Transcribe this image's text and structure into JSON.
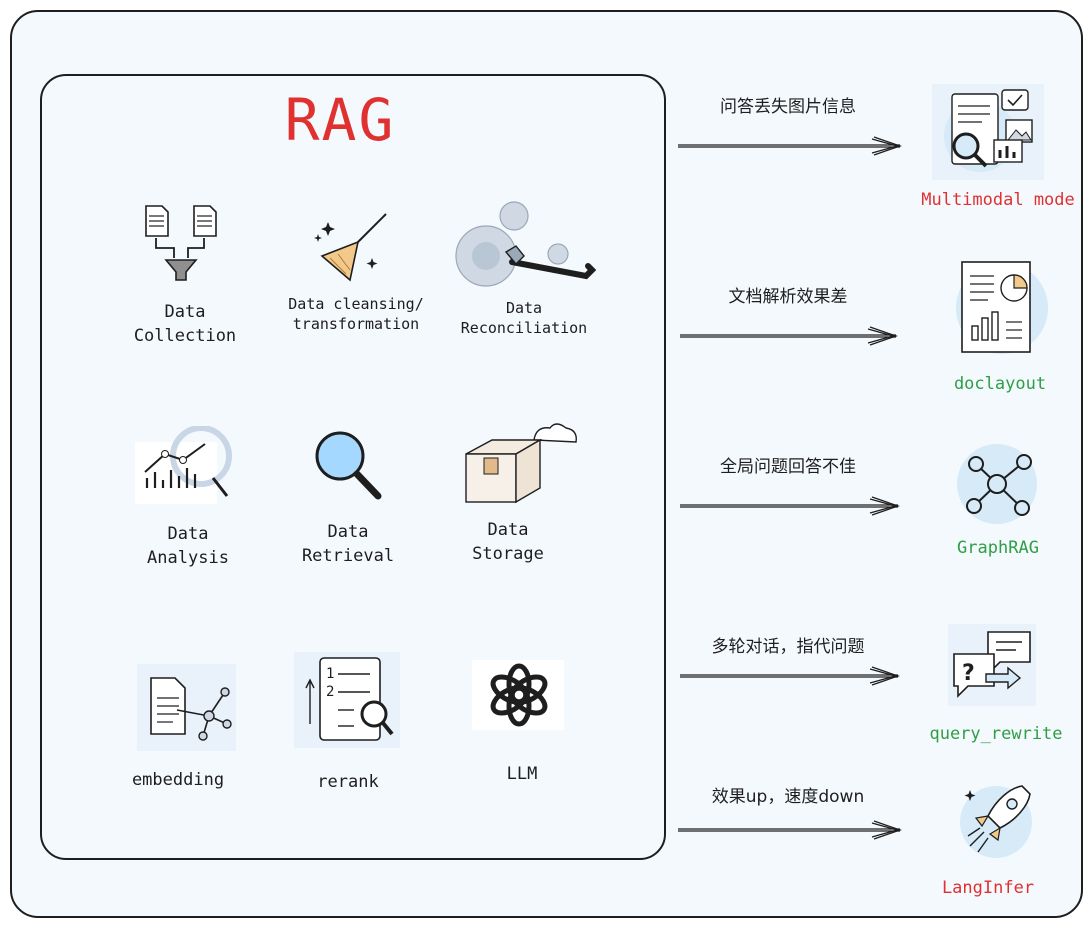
{
  "title": "RAG",
  "components": [
    {
      "id": "data-collection",
      "label_l1": "Data",
      "label_l2": "Collection",
      "icon": "documents-funnel-icon"
    },
    {
      "id": "data-cleansing",
      "label_l1": "Data cleansing/",
      "label_l2": "transformation",
      "icon": "broom-icon"
    },
    {
      "id": "data-reconciliation",
      "label_l1": "Data",
      "label_l2": "Reconciliation",
      "icon": "gears-wrench-icon"
    },
    {
      "id": "data-analysis",
      "label_l1": "Data",
      "label_l2": "Analysis",
      "icon": "analytics-chart-icon"
    },
    {
      "id": "data-retrieval",
      "label_l1": "Data",
      "label_l2": "Retrieval",
      "icon": "magnifier-icon"
    },
    {
      "id": "data-storage",
      "label_l1": "Data",
      "label_l2": "Storage",
      "icon": "box-cloud-icon"
    },
    {
      "id": "embedding",
      "label_l1": "embedding",
      "label_l2": "",
      "icon": "document-network-icon"
    },
    {
      "id": "rerank",
      "label_l1": "rerank",
      "label_l2": "",
      "icon": "ranked-list-icon"
    },
    {
      "id": "llm",
      "label_l1": "LLM",
      "label_l2": "",
      "icon": "openai-knot-icon"
    }
  ],
  "flows": [
    {
      "problem": "问答丢失图片信息",
      "solution": "Multimodal mode",
      "solution_color": "#e03131",
      "icon": "multimodal-doc-icon"
    },
    {
      "problem": "文档解析效果差",
      "solution": "doclayout",
      "solution_color": "#2f9e44",
      "icon": "layout-report-icon"
    },
    {
      "problem": "全局问题回答不佳",
      "solution": "GraphRAG",
      "solution_color": "#2f9e44",
      "icon": "graph-network-icon"
    },
    {
      "problem": "多轮对话，指代问题",
      "solution": "query_rewrite",
      "solution_color": "#2f9e44",
      "icon": "chat-rewrite-icon"
    },
    {
      "problem": "效果up，速度down",
      "solution": "LangInfer",
      "solution_color": "#e03131",
      "icon": "rocket-icon"
    }
  ]
}
